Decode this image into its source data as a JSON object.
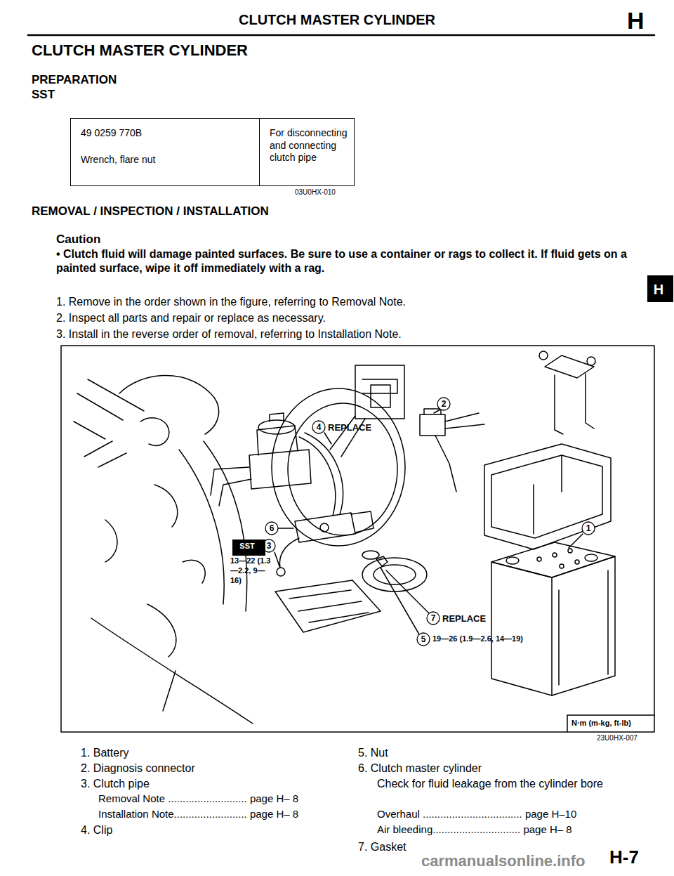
{
  "diagram": {
    "title": "CLUTCH MASTER CYLINDER",
    "nodes": [
      {
        "text": [
          "49 0259 770B",
          "Wrench, flare nut"
        ]
      },
      {
        "text": [
          "For disconnecting and connecting clutch pipe"
        ]
      },
      {
        "text": [
          "H"
        ]
      },
      {
        "text": [
          "SST"
        ]
      }
    ],
    "labels": [
      "CLUTCH MASTER CYLINDER",
      "H",
      "PREPARATION",
      "SST",
      "03U0HX-010",
      "REMOVAL / INSPECTION / INSTALLATION",
      "Caution",
      "• Clutch fluid will damage painted surfaces. Be sure to use a container or rags to collect it. If fluid gets on a painted surface, wipe it off immediately with a rag.",
      "1. Remove in the order shown in the figure, referring to Removal Note.",
      "2. Inspect all parts and repair or replace as necessary.",
      "3. Install in the reverse order of removal, referring to Installation Note.",
      "2",
      "4",
      "REPLACE",
      "6",
      "3",
      "13—22 (1.3—2.2, 9—16)",
      "7",
      "REPLACE",
      "5",
      "19—26 (1.9—2.6, 14—19)",
      "1",
      "N·m (m-kg, ft-lb)",
      "23U0HX-007",
      "1. Battery",
      "2. Diagnosis connector",
      "3. Clutch pipe",
      "Removal Note ........................... page H– 8",
      "Installation Note......................... page H– 8",
      "4. Clip",
      "5. Nut",
      "6. Clutch master cylinder",
      "Check for fluid leakage from the cylinder bore",
      "Overhaul .................................. page H–10",
      "Air bleeding.............................. page H– 8",
      "7. Gasket",
      "H-7",
      "carmanualsonline.info"
    ]
  }
}
